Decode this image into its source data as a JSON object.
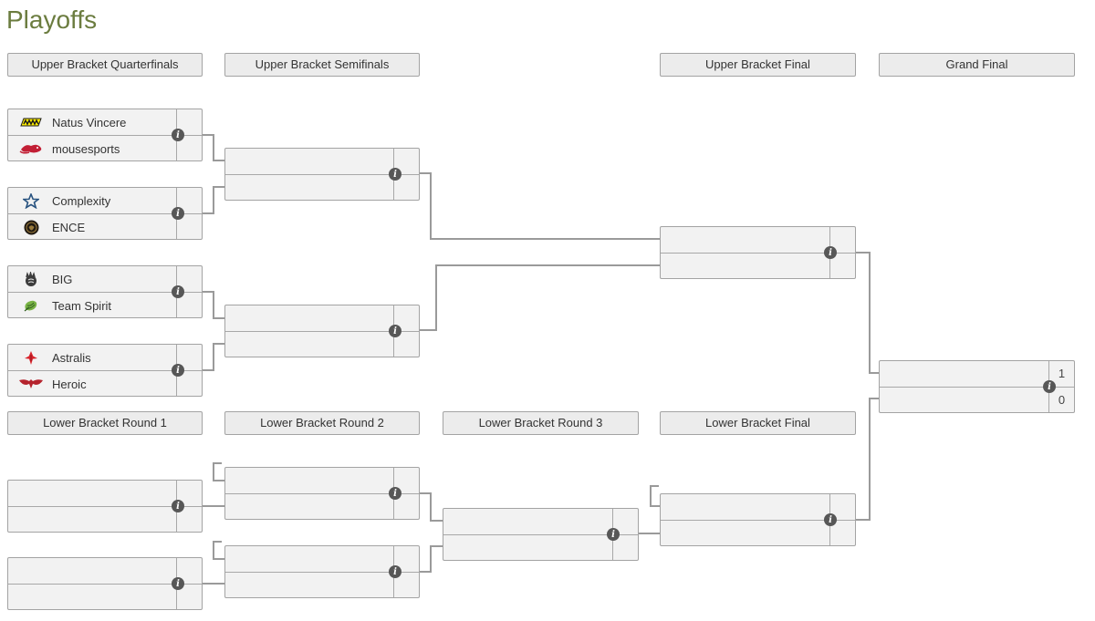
{
  "title": "Playoffs",
  "colors": {
    "title": "#6b7c3f",
    "bracket_line": "#9a9a9a",
    "box_bg": "#f2f2f2",
    "box_border": "#a3a3a3",
    "header_bg": "#ececec",
    "info_icon_bg": "#575757"
  },
  "info_glyph": "i",
  "headers": [
    "Upper Bracket Quarterfinals",
    "Upper Bracket Semifinals",
    "Upper Bracket Final",
    "Grand Final",
    "Lower Bracket Round 1",
    "Lower Bracket Round 2",
    "Lower Bracket Round 3",
    "Lower Bracket Final"
  ],
  "matches": {
    "ubqf1": {
      "top": {
        "name": "Natus Vincere",
        "score": "",
        "logo": "navi-logo"
      },
      "bottom": {
        "name": "mousesports",
        "score": "",
        "logo": "mousesports-logo"
      }
    },
    "ubqf2": {
      "top": {
        "name": "Complexity",
        "score": "",
        "logo": "complexity-logo"
      },
      "bottom": {
        "name": "ENCE",
        "score": "",
        "logo": "ence-logo"
      }
    },
    "ubqf3": {
      "top": {
        "name": "BIG",
        "score": "",
        "logo": "big-logo"
      },
      "bottom": {
        "name": "Team Spirit",
        "score": "",
        "logo": "team-spirit-logo"
      }
    },
    "ubqf4": {
      "top": {
        "name": "Astralis",
        "score": "",
        "logo": "astralis-logo"
      },
      "bottom": {
        "name": "Heroic",
        "score": "",
        "logo": "heroic-logo"
      }
    },
    "ubsf1": {
      "top": {
        "name": "",
        "score": ""
      },
      "bottom": {
        "name": "",
        "score": ""
      }
    },
    "ubsf2": {
      "top": {
        "name": "",
        "score": ""
      },
      "bottom": {
        "name": "",
        "score": ""
      }
    },
    "ubf": {
      "top": {
        "name": "",
        "score": ""
      },
      "bottom": {
        "name": "",
        "score": ""
      }
    },
    "gf": {
      "top": {
        "name": "",
        "score": "1"
      },
      "bottom": {
        "name": "",
        "score": "0"
      }
    },
    "lbr1m1": {
      "top": {
        "name": "",
        "score": ""
      },
      "bottom": {
        "name": "",
        "score": ""
      }
    },
    "lbr1m2": {
      "top": {
        "name": "",
        "score": ""
      },
      "bottom": {
        "name": "",
        "score": ""
      }
    },
    "lbr2m1": {
      "top": {
        "name": "",
        "score": ""
      },
      "bottom": {
        "name": "",
        "score": ""
      }
    },
    "lbr2m2": {
      "top": {
        "name": "",
        "score": ""
      },
      "bottom": {
        "name": "",
        "score": ""
      }
    },
    "lbr3": {
      "top": {
        "name": "",
        "score": ""
      },
      "bottom": {
        "name": "",
        "score": ""
      }
    },
    "lbf": {
      "top": {
        "name": "",
        "score": ""
      },
      "bottom": {
        "name": "",
        "score": ""
      }
    }
  }
}
